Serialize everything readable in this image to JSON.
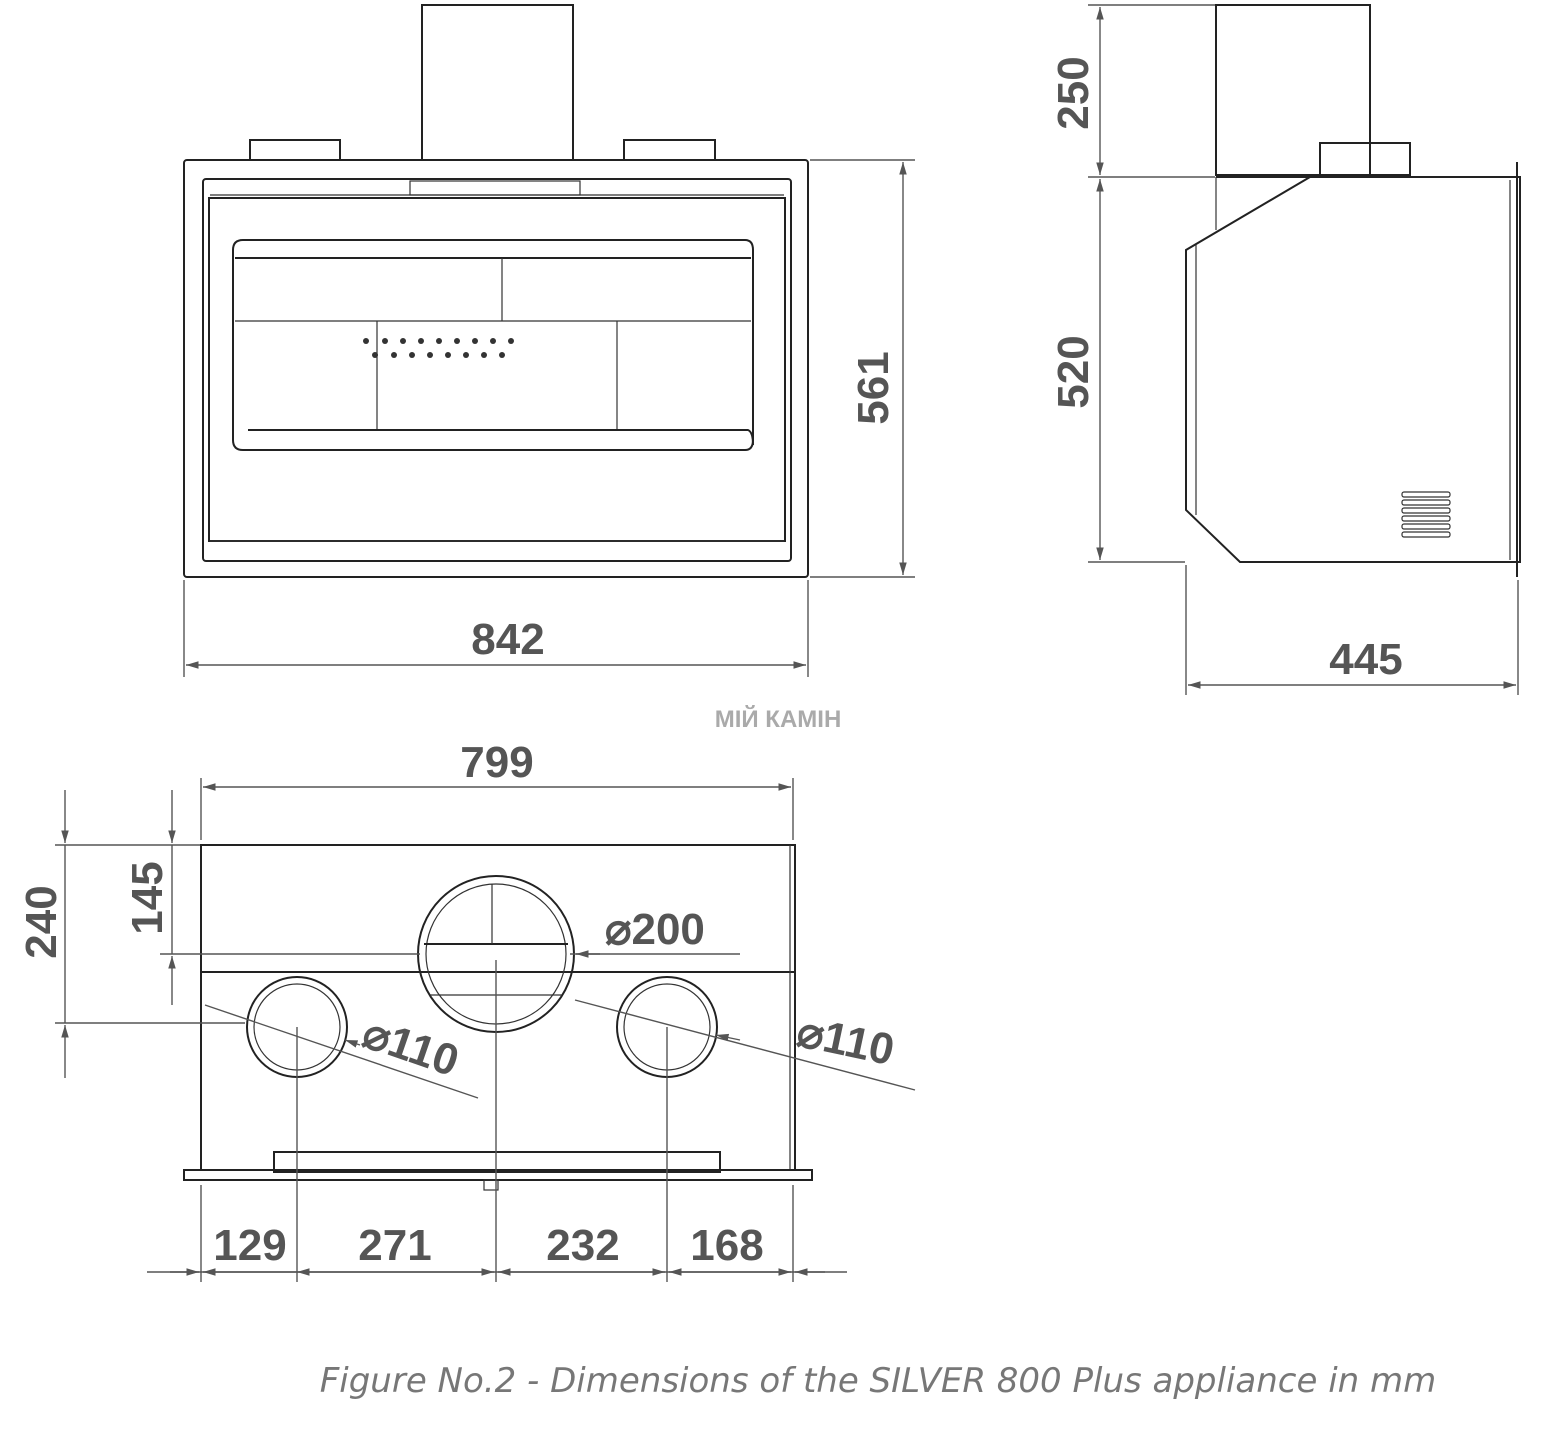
{
  "front_view": {
    "height": "561",
    "width": "842"
  },
  "side_view": {
    "flue_height": "250",
    "body_height": "520",
    "depth": "445"
  },
  "watermark": "МІЙ КАМІН",
  "top_view": {
    "width": "799",
    "depth_total": "240",
    "depth_flue": "145",
    "flue_diameter": "⌀200",
    "air_left_diameter": "⌀110",
    "air_right_diameter": "⌀110",
    "offsets": [
      "129",
      "271",
      "232",
      "168"
    ]
  },
  "caption": "Figure No.2 - Dimensions of the SILVER 800 Plus appliance in mm",
  "colors": {
    "line": "#222222",
    "dimension_text": "#555555",
    "caption": "#777777"
  }
}
